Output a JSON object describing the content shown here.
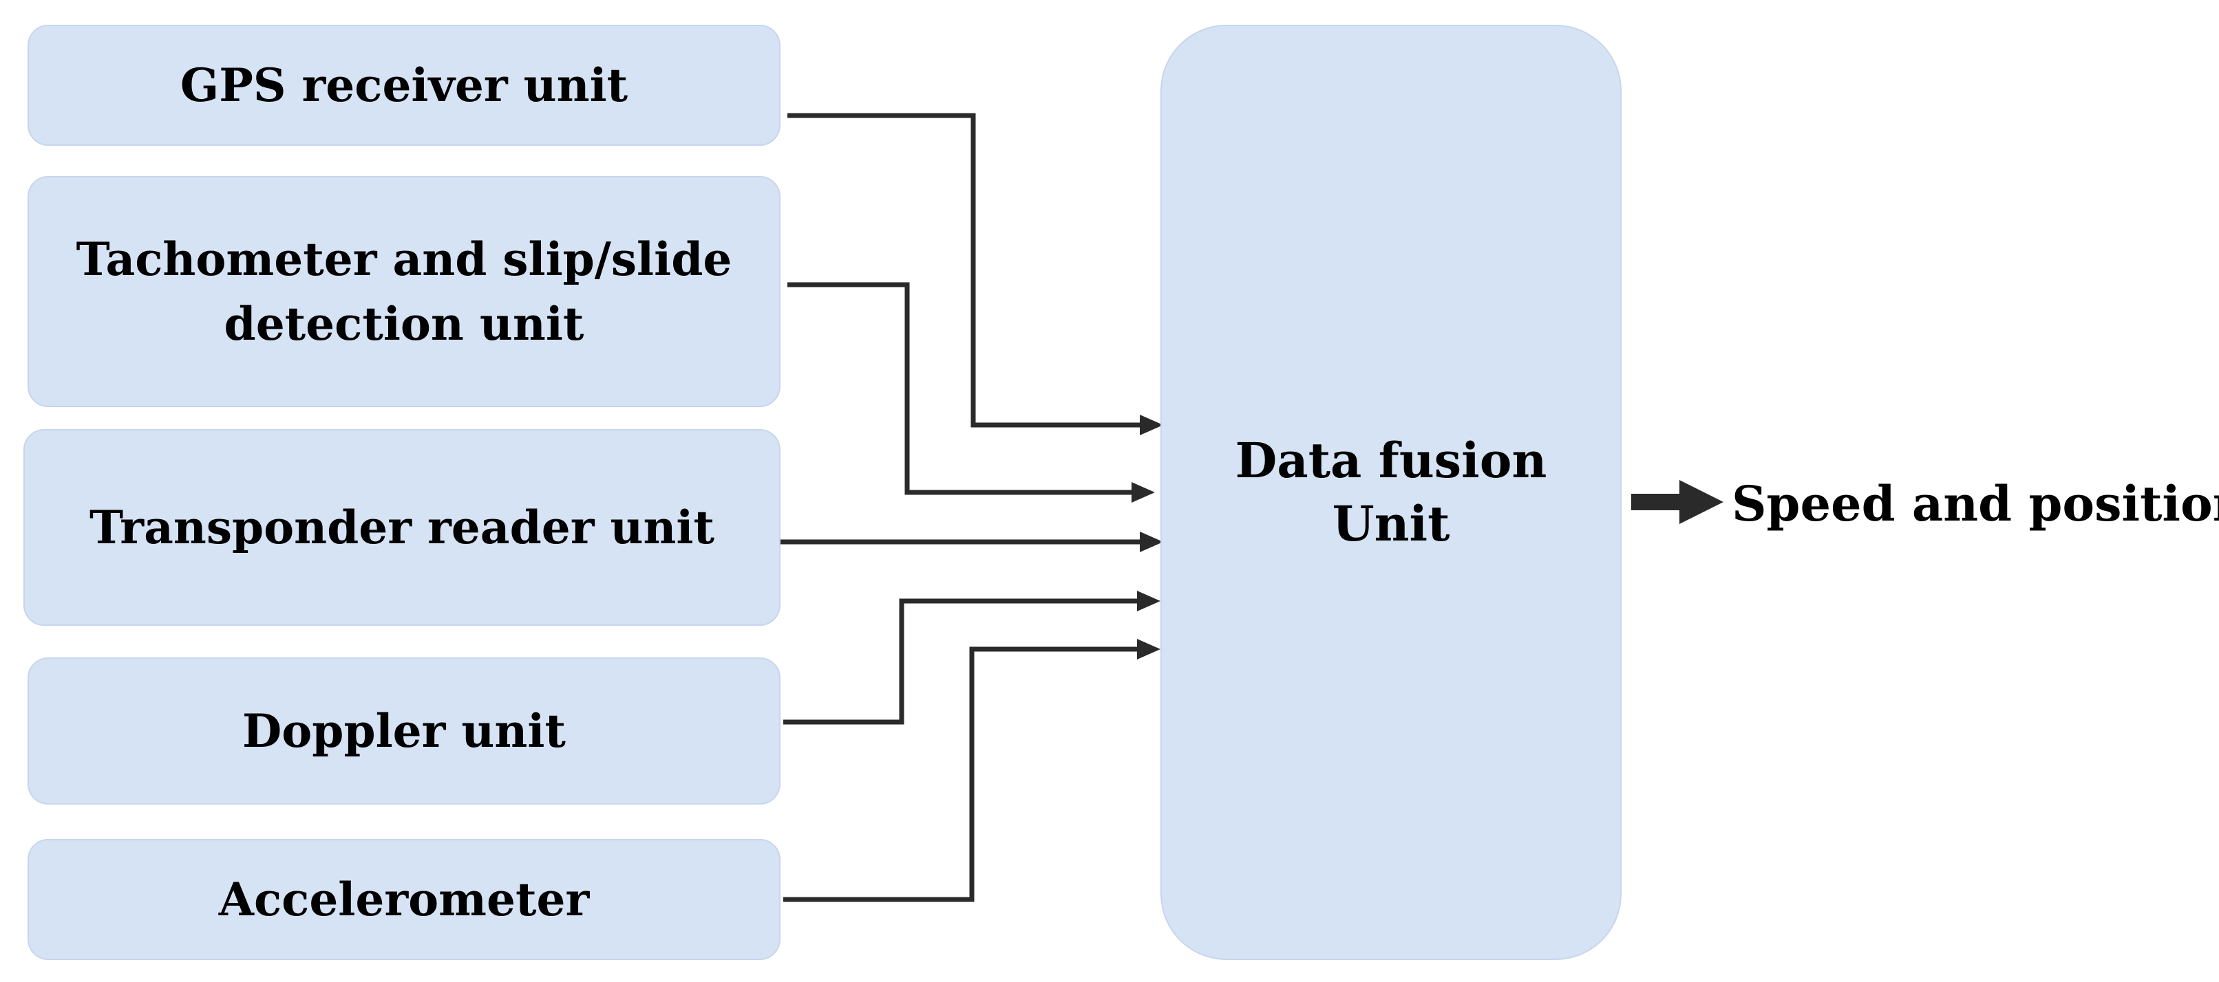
{
  "diagram": {
    "inputs": [
      {
        "id": "gps",
        "lines": [
          "GPS receiver unit"
        ]
      },
      {
        "id": "tacho",
        "lines": [
          "Tachometer and slip/slide",
          "detection unit"
        ]
      },
      {
        "id": "transponder",
        "lines": [
          "Transponder reader unit"
        ]
      },
      {
        "id": "doppler",
        "lines": [
          "Doppler unit"
        ]
      },
      {
        "id": "accel",
        "lines": [
          "Accelerometer"
        ]
      }
    ],
    "fusion": {
      "lines": [
        "Data fusion",
        "Unit"
      ]
    },
    "output": {
      "label": "Speed and position"
    },
    "colors": {
      "box_fill": "#d6e3f4",
      "box_border": "#c7d6ec",
      "connector": "#2a2a2a",
      "text": "#000000"
    }
  }
}
